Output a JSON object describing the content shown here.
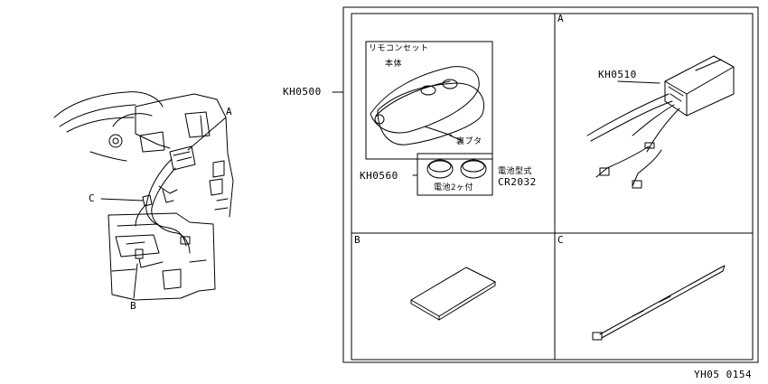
{
  "overview": {
    "callout_a": "A",
    "callout_b": "B",
    "callout_c": "C"
  },
  "kit": {
    "part_no": "KH0500",
    "remote_box_title": "リモコンセット",
    "remote_body_label": "本体",
    "back_cover_label": "裏ブタ",
    "battery_part_no": "KH0560",
    "battery_caption": "電池2ヶ付",
    "battery_type_label": "電池型式",
    "battery_type_value": "CR2032"
  },
  "panels": {
    "a": {
      "label": "A",
      "part_no": "KH0510"
    },
    "b": {
      "label": "B"
    },
    "c": {
      "label": "C"
    }
  },
  "footer": {
    "drawing_id": "YH05 0154"
  }
}
